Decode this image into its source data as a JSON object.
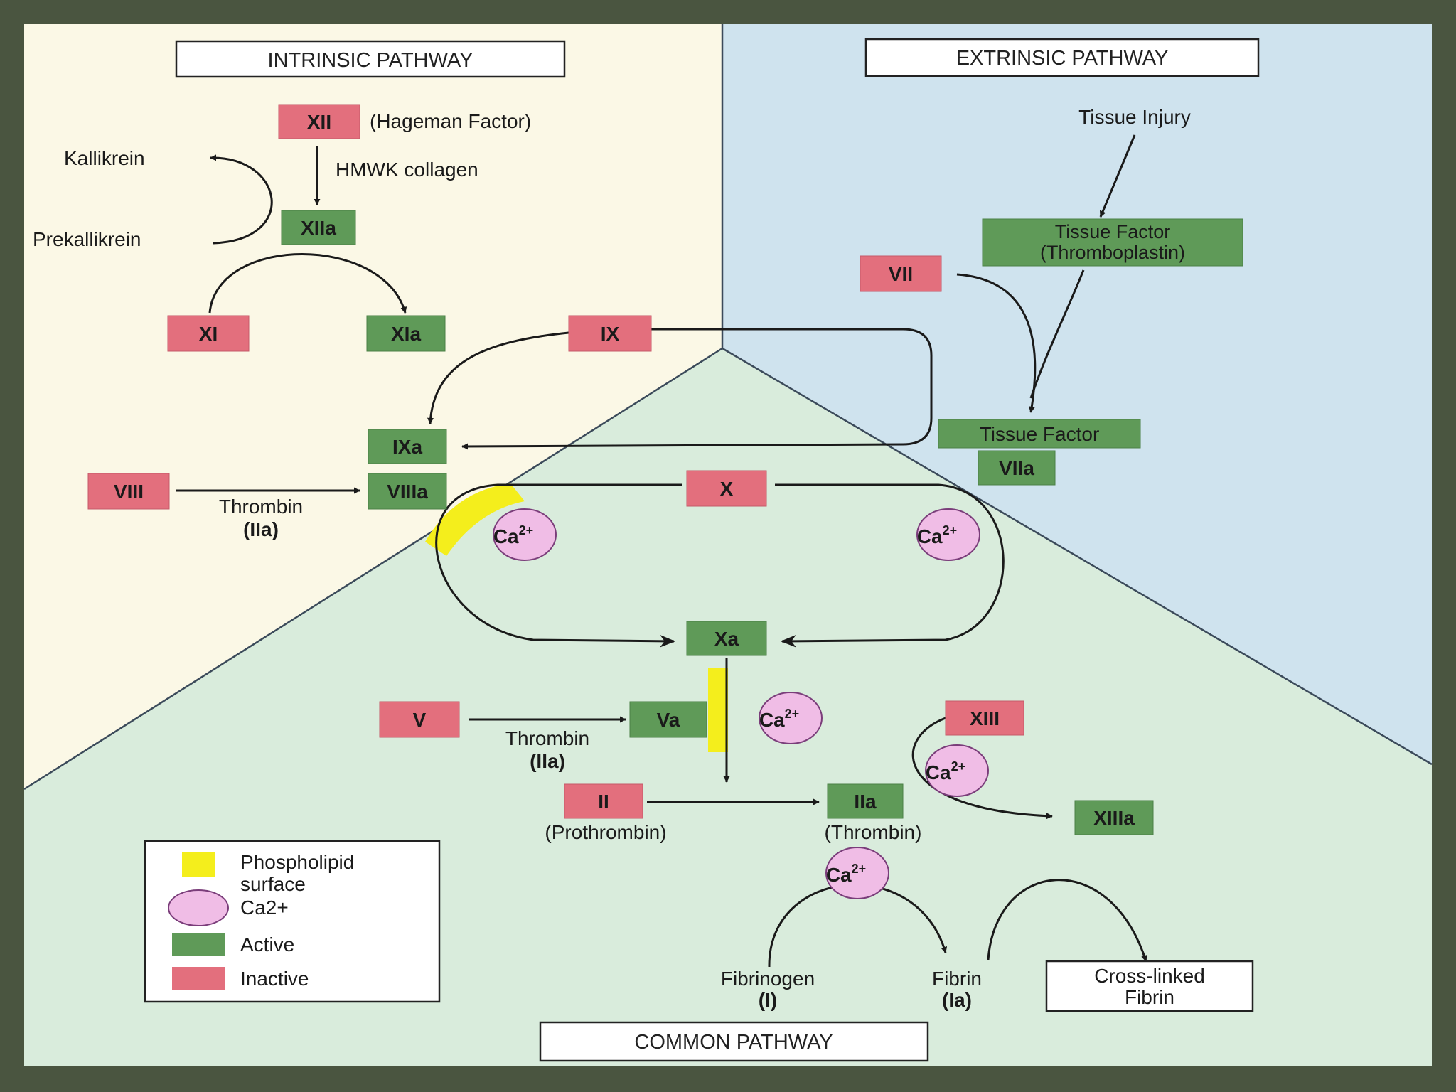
{
  "colors": {
    "inactive": "#e36f7d",
    "active": "#5f9a58",
    "phospholipid": "#f4ee1c",
    "calcium": "#f0bde6",
    "calcium_stroke": "#7a3d7a",
    "intrinsic_bg": "#fbf8e6",
    "extrinsic_bg": "#cfe3ee",
    "common_bg": "#d9ecdc"
  },
  "sections": {
    "intrinsic": "INTRINSIC PATHWAY",
    "extrinsic": "EXTRINSIC PATHWAY",
    "common": "COMMON PATHWAY"
  },
  "factors": {
    "xii": "XII",
    "xiia": "XIIa",
    "xi": "XI",
    "xia": "XIa",
    "ix": "IX",
    "ixa": "IXa",
    "viii": "VIII",
    "viiia": "VIIIa",
    "vii": "VII",
    "viia": "VIIa",
    "x": "X",
    "xa": "Xa",
    "v": "V",
    "va": "Va",
    "ii": "II",
    "iia": "IIa",
    "xiii": "XIII",
    "xiiia": "XIIIa",
    "tissue_factor_1": "Tissue Factor",
    "tissue_factor_2": "(Thromboplastin)",
    "tissue_factor_complex": "Tissue Factor"
  },
  "labels": {
    "hageman": "(Hageman Factor)",
    "hmwk": "HMWK collagen",
    "kallikrein": "Kallikrein",
    "prekallikrein": "Prekallikrein",
    "tissue_injury": "Tissue Injury",
    "thrombin_1": "Thrombin",
    "iia_1": "(IIa)",
    "thrombin_2": "Thrombin",
    "iia_2": "(IIa)",
    "prothrombin": "(Prothrombin)",
    "thrombin_3": "(Thrombin)",
    "fibrinogen": "Fibrinogen",
    "fibrinogen_num": "(I)",
    "fibrin": "Fibrin",
    "fibrin_num": "(Ia)",
    "crosslinked_1": "Cross-linked",
    "crosslinked_2": "Fibrin"
  },
  "calcium": {
    "base": "Ca",
    "sup": "2+"
  },
  "legend": {
    "phospholipid_1": "Phospholipid",
    "phospholipid_2": "surface",
    "calcium": "Ca2+",
    "active": "Active",
    "inactive": "Inactive"
  }
}
